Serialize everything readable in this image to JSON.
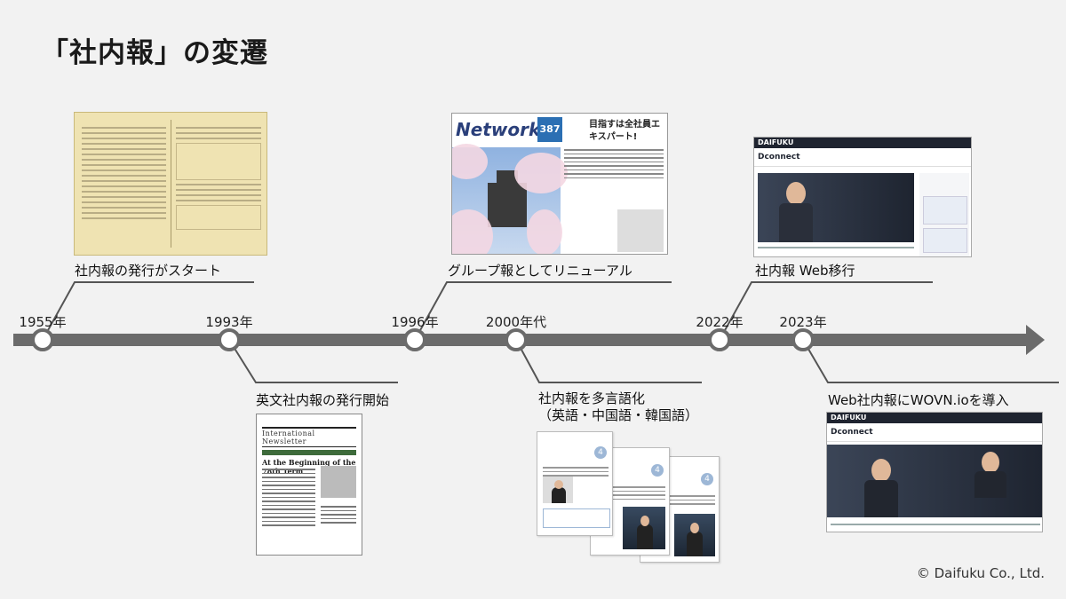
{
  "title": "「社内報」の変遷",
  "copyright": "© Daifuku Co., Ltd.",
  "timeline": {
    "years": {
      "y1955": "1955年",
      "y1993": "1993年",
      "y1996": "1996年",
      "y2000": "2000年代",
      "y2022": "2022年",
      "y2023": "2023年"
    },
    "events": {
      "e1955": "社内報の発行がスタート",
      "e1993": "英文社内報の発行開始",
      "e1996": "グループ報としてリニューアル",
      "e2000_line1": "社内報を多言語化",
      "e2000_line2": "（英語・中国語・韓国語）",
      "e2022": "社内報 Web移行",
      "e2023": "Web社内報にWOVN.ioを導入"
    }
  },
  "thumbs": {
    "intl_masthead": "International Newsletter",
    "intl_headline": "At the Beginning of the 78th Term",
    "net_logo": "Network",
    "net_issue": "387",
    "net_heading": "目指すは全社員エキスパート!",
    "web_brand": "DAIFUKU",
    "web_site": "Dconnect"
  },
  "colors": {
    "timeline": "#6b6b6b",
    "node_fill": "#ffffff",
    "connector": "#555555"
  }
}
